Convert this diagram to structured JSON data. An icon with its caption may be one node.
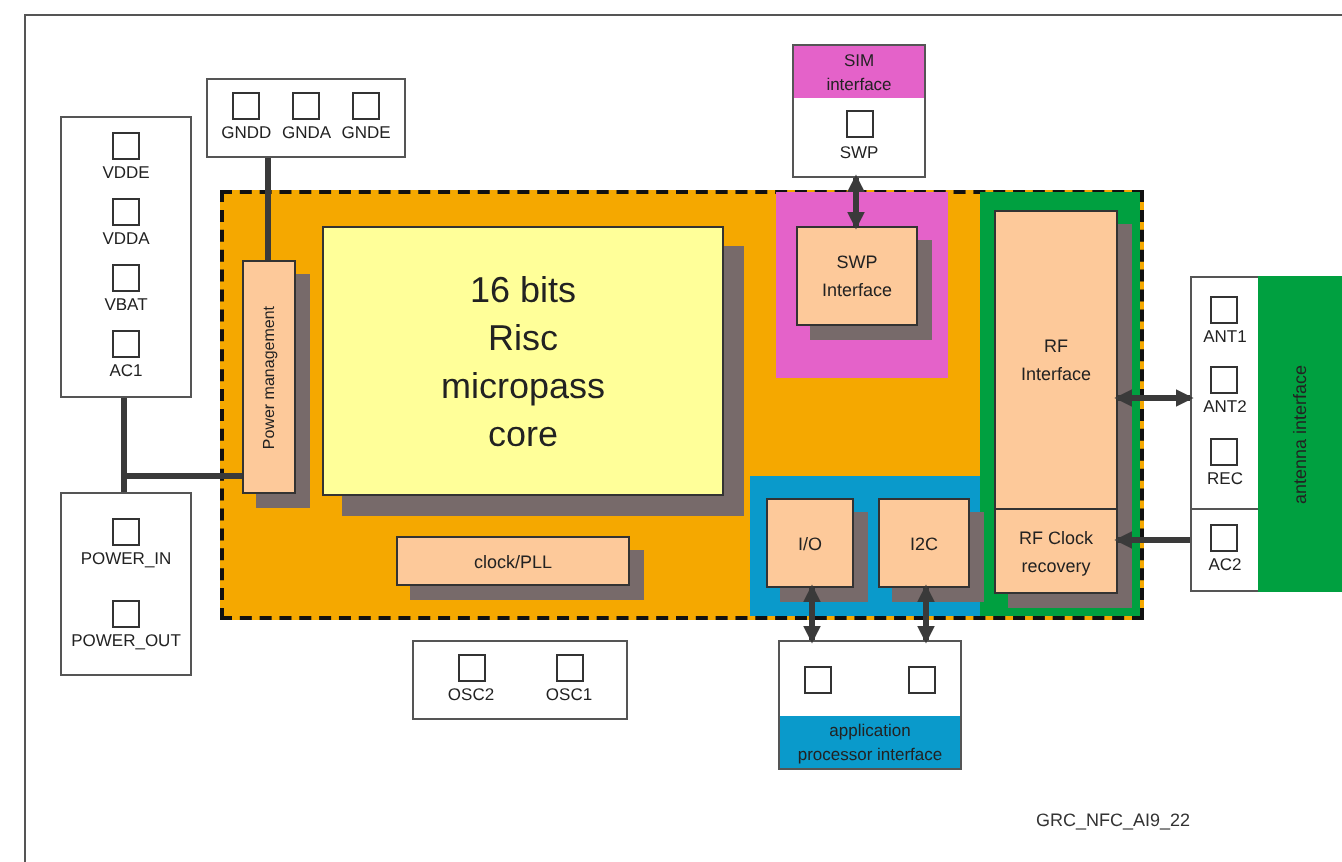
{
  "diagram": {
    "nodes": [
      {
        "text": [],
        "shape": "box"
      },
      {
        "text": [],
        "shape": "box",
        "in": 0
      },
      {
        "text": [],
        "shape": "box",
        "in": 0
      },
      {
        "text": [],
        "shape": "box",
        "in": 0
      },
      {
        "text": [
          "Power management"
        ],
        "in": 0
      },
      {
        "text": [
          "16 bits Risc micropass core"
        ],
        "in": 0
      },
      {
        "text": [
          "clock/PLL"
        ],
        "in": 0
      },
      {
        "text": [
          "SWP Interface"
        ],
        "in": 1
      },
      {
        "text": [
          "RF Interface"
        ],
        "in": 2
      },
      {
        "text": [
          "RF Clock recovery"
        ],
        "in": 2
      },
      {
        "text": [
          "I/O"
        ],
        "in": 3
      },
      {
        "text": [
          "I2C"
        ],
        "in": 3
      },
      {
        "text": [
          "GNDD",
          "GNDA",
          "GNDE"
        ]
      },
      {
        "text": [
          "VDDE",
          "VDDA",
          "VBAT",
          "AC1"
        ]
      },
      {
        "text": [
          "POWER_IN",
          "POWER_OUT"
        ]
      },
      {
        "text": [
          "SIM interface",
          "SWP"
        ]
      },
      {
        "text": [
          "application processor interface"
        ]
      },
      {
        "text": [
          "ANT1",
          "ANT2",
          "REC"
        ]
      },
      {
        "text": [
          "AC2"
        ]
      },
      {
        "text": [
          "antenna interface"
        ]
      },
      {
        "text": [
          "OSC2",
          "OSC1"
        ]
      }
    ],
    "edges": [
      {
        "from": 12,
        "to": 4,
        "arrow": "none"
      },
      {
        "from": 13,
        "to": 4,
        "arrow": "none"
      },
      {
        "from": 14,
        "to": 4,
        "arrow": "none"
      },
      {
        "from": 15,
        "to": 7,
        "arrow": "both"
      },
      {
        "from": 8,
        "to": 17,
        "arrow": "both"
      },
      {
        "from": 18,
        "to": 9,
        "arrow": "to"
      },
      {
        "from": 10,
        "to": 16,
        "arrow": "both"
      },
      {
        "from": 11,
        "to": 16,
        "arrow": "both"
      }
    ],
    "labels": [
      "GRC_NFC_AI9_22"
    ]
  }
}
